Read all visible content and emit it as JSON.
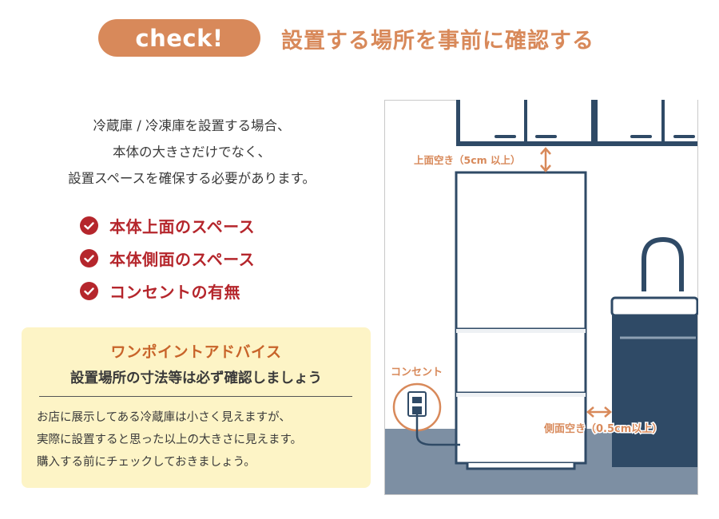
{
  "header": {
    "badge": "check!",
    "title": "設置する場所を事前に確認する"
  },
  "intro": {
    "lines": [
      "冷蔵庫 / 冷凍庫を設置する場合、",
      "本体の大きさだけでなく、",
      "設置スペースを確保する必要があります。"
    ]
  },
  "checklist": [
    {
      "label": "本体上面のスペース",
      "icon": "check-circle-icon"
    },
    {
      "label": "本体側面のスペース",
      "icon": "check-circle-icon"
    },
    {
      "label": "コンセントの有無",
      "icon": "check-circle-icon"
    }
  ],
  "advice": {
    "title": "ワンポイントアドバイス",
    "subtitle": "設置場所の寸法等は必ず確認しましょう",
    "body": [
      "お店に展示してある冷蔵庫は小さく見えますが、",
      "実際に設置すると思った以上の大きさに見えます。",
      "購入する前にチェックしておきましょう。"
    ]
  },
  "illustration": {
    "top_clearance": "上面空き（5cm 以上）",
    "side_clearance": "側面空き（0.5cm以上）",
    "outlet": "コンセント"
  },
  "colors": {
    "accent_orange": "#d8895a",
    "check_red": "#b5262c",
    "advice_bg": "#fdf4c6",
    "navy": "#2f4a66",
    "floor": "#7d8fa3"
  }
}
